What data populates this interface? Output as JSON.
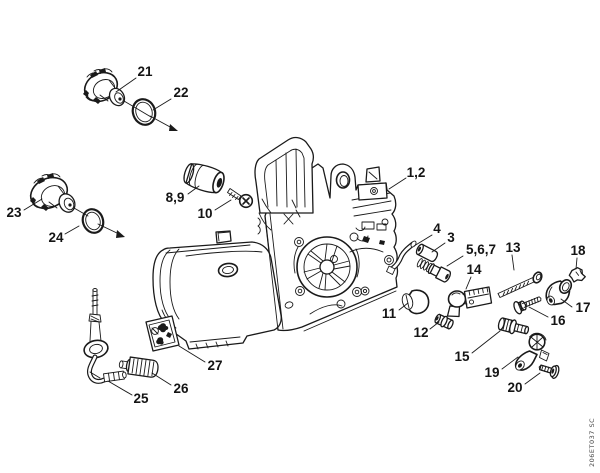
{
  "diagram": {
    "watermark": "206ET037 SC",
    "colors": {
      "line": "#1a1a1a",
      "background": "#ffffff",
      "watermark": "#4a4a4a"
    },
    "callouts": [
      {
        "label": "1,2"
      },
      {
        "label": "3"
      },
      {
        "label": "4"
      },
      {
        "label": "5,6,7"
      },
      {
        "label": "8,9"
      },
      {
        "label": "10"
      },
      {
        "label": "11"
      },
      {
        "label": "12"
      },
      {
        "label": "13"
      },
      {
        "label": "14"
      },
      {
        "label": "15"
      },
      {
        "label": "16"
      },
      {
        "label": "17"
      },
      {
        "label": "18"
      },
      {
        "label": "19"
      },
      {
        "label": "20"
      },
      {
        "label": "21"
      },
      {
        "label": "22"
      },
      {
        "label": "23"
      },
      {
        "label": "24"
      },
      {
        "label": "25"
      },
      {
        "label": "26"
      },
      {
        "label": "27"
      }
    ]
  }
}
